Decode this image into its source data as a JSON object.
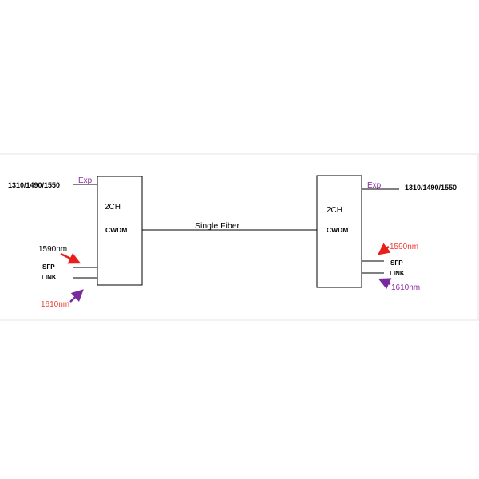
{
  "left": {
    "input_label": "1310/1490/1550",
    "exp_label": "Exp",
    "module_channels": "2CH",
    "module_type": "CWDM",
    "port_sfp": "SFP",
    "port_link": "LINK",
    "wavelength_top": "1590nm",
    "wavelength_bottom": "1610nm"
  },
  "right": {
    "input_label": "1310/1490/1550",
    "exp_label": "Exp",
    "module_channels": "2CH",
    "module_type": "CWDM",
    "port_sfp": "SFP",
    "port_link": "LINK",
    "wavelength_top": "1590nm",
    "wavelength_bottom": "1610nm"
  },
  "link_label": "Single Fiber",
  "colors": {
    "exp": "#8a2aa0",
    "wavelength_red": "#e8403a",
    "arrow_red": "#e8201c",
    "arrow_purple": "#7a2aa0",
    "wavelength_purple": "#8a2aa0"
  }
}
